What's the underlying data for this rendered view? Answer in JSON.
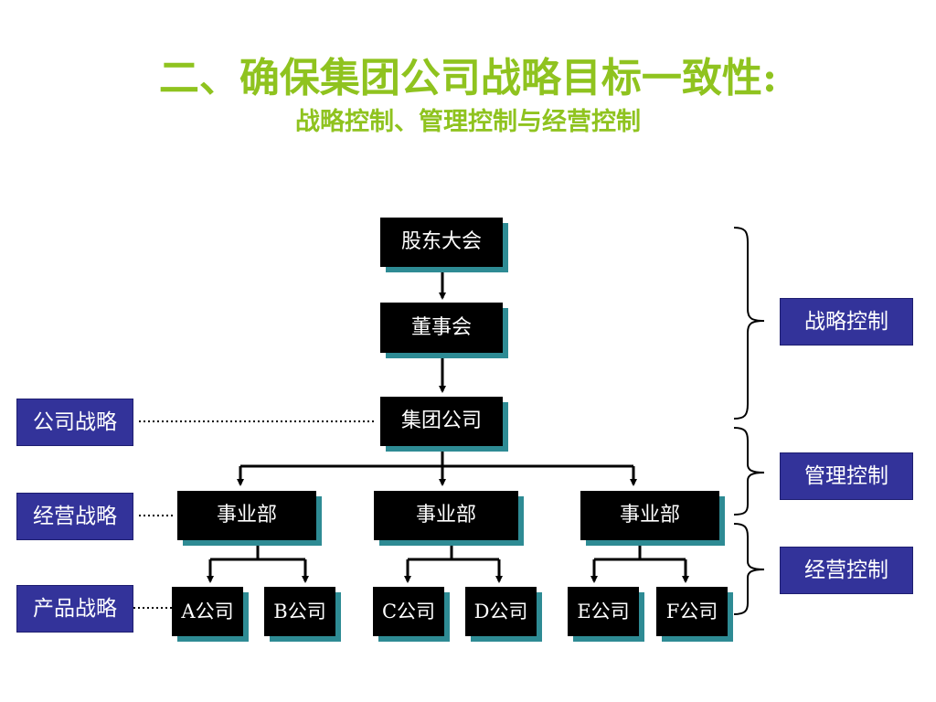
{
  "header": {
    "title": "二、确保集团公司战略目标一致性:",
    "subtitle": "战略控制、管理控制与经营控制"
  },
  "nodes": {
    "shareholders": "股东大会",
    "board": "董事会",
    "group": "集团公司",
    "division": "事业部",
    "company_a": "A公司",
    "company_b": "B公司",
    "company_c": "C公司",
    "company_d": "D公司",
    "company_e": "E公司",
    "company_f": "F公司"
  },
  "left_labels": {
    "corporate_strategy": "公司战略",
    "business_strategy": "经营战略",
    "product_strategy": "产品战略"
  },
  "right_labels": {
    "strategic_control": "战略控制",
    "management_control": "管理控制",
    "operational_control": "经营控制"
  },
  "colors": {
    "title": "#8fc31f",
    "node_bg": "#000000",
    "node_shadow": "#2e8b94",
    "label_bg": "#33339a"
  }
}
